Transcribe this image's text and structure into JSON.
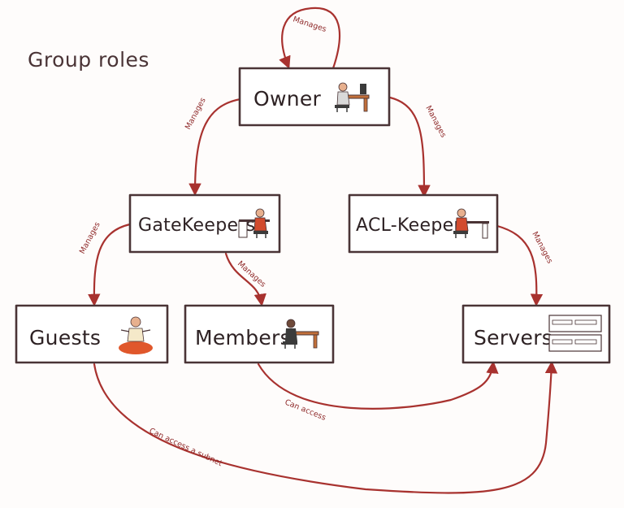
{
  "title": "Group roles",
  "nodes": {
    "owner": "Owner",
    "gatekeepers": "GateKeepers",
    "aclkeeper": "ACL-Keeper",
    "guests": "Guests",
    "members": "Members",
    "servers": "Servers"
  },
  "edges": {
    "owner_self": "Manages",
    "owner_gatekeepers": "Manages",
    "owner_aclkeeper": "Manages",
    "gatekeepers_guests": "Manages",
    "gatekeepers_members": "Manages",
    "aclkeeper_servers": "Manages",
    "members_servers": "Can access",
    "guests_servers": "Can access a subnet"
  },
  "colors": {
    "edge": "#a8322f",
    "box_stroke": "#4a3436",
    "text": "#2e2224"
  },
  "icons": {
    "owner": "person-at-desk-icon",
    "gatekeepers": "person-at-desk-icon",
    "aclkeeper": "person-at-desk-icon",
    "guests": "meditating-person-icon",
    "members": "person-at-desk-icon",
    "servers": "server-rack-icon"
  }
}
